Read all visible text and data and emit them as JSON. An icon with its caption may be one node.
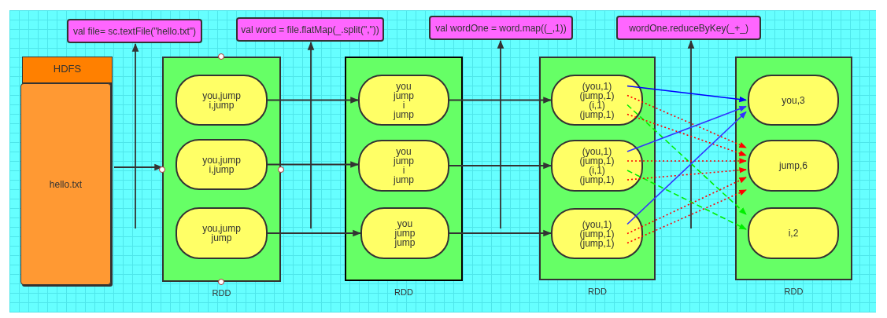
{
  "diagram": {
    "nodes": [
      {
        "text": [
          "val file= sc.textFile(\"hello.txt\")"
        ]
      },
      {
        "text": [
          "val word = file.flatMap(_.split(\",\"))"
        ]
      },
      {
        "text": [
          "val wordOne = word.map((_,1))"
        ]
      },
      {
        "text": [
          "wordOne.reduceByKey(_+_)"
        ]
      },
      {
        "text": [
          "HDFS"
        ]
      },
      {
        "text": [
          "hello.txt"
        ],
        "in": 4
      },
      {
        "text": [],
        "shape": "box",
        "beside": [
          "RDD"
        ]
      },
      {
        "text": [
          "you,jump i,jump"
        ],
        "in": 6
      },
      {
        "text": [
          "you,jump i,jump"
        ],
        "in": 6
      },
      {
        "text": [
          "you,jump jump"
        ],
        "in": 6
      },
      {
        "text": [],
        "shape": "box",
        "beside": [
          "RDD"
        ]
      },
      {
        "text": [
          "you jump i jump"
        ],
        "in": 10
      },
      {
        "text": [
          "you jump i jump"
        ],
        "in": 10
      },
      {
        "text": [
          "you jump jump"
        ],
        "in": 10
      },
      {
        "text": [],
        "shape": "box",
        "beside": [
          "RDD"
        ]
      },
      {
        "text": [
          "(you,1) (jump,1) (i,1) (jump,1)"
        ],
        "in": 14
      },
      {
        "text": [
          "(you,1) (jump,1) (i,1) (jump,1)"
        ],
        "in": 14
      },
      {
        "text": [
          "(you,1) (jump,1) (jump,1)"
        ],
        "in": 14
      },
      {
        "text": [],
        "shape": "box",
        "beside": [
          "RDD"
        ]
      },
      {
        "text": [
          "you,3"
        ],
        "in": 18
      },
      {
        "text": [
          "jump,6"
        ],
        "in": 18
      },
      {
        "text": [
          "i,2"
        ],
        "in": 18
      }
    ],
    "edges": [
      {
        "from": 5,
        "to": 6,
        "arrow": "to"
      },
      {
        "from": 7,
        "to": 11,
        "arrow": "to"
      },
      {
        "from": 8,
        "to": 12,
        "arrow": "to"
      },
      {
        "from": 9,
        "to": 13,
        "arrow": "to"
      },
      {
        "from": 11,
        "to": 15,
        "arrow": "to"
      },
      {
        "from": 12,
        "to": 16,
        "arrow": "to"
      },
      {
        "from": 13,
        "to": 17,
        "arrow": "to"
      },
      {
        "from": null,
        "to": 0,
        "arrow": "to"
      },
      {
        "from": null,
        "to": 1,
        "arrow": "to"
      },
      {
        "from": null,
        "to": 2,
        "arrow": "to"
      },
      {
        "from": null,
        "to": 3,
        "arrow": "to"
      },
      {
        "from": 15,
        "to": 19,
        "arrow": "to",
        "color": "#0000ff"
      },
      {
        "from": 15,
        "to": 20,
        "arrow": "to",
        "style": "dashed",
        "color": "#ff0000"
      },
      {
        "from": 15,
        "to": 21,
        "arrow": "to",
        "style": "dashed",
        "color": "#00ee00"
      },
      {
        "from": 15,
        "to": 20,
        "arrow": "to",
        "style": "dashed",
        "color": "#ff0000"
      },
      {
        "from": 16,
        "to": 19,
        "arrow": "to",
        "color": "#3333ff"
      },
      {
        "from": 16,
        "to": 20,
        "arrow": "to",
        "style": "dashed",
        "color": "#ff0000"
      },
      {
        "from": 16,
        "to": 21,
        "arrow": "to",
        "style": "dashed",
        "color": "#00ee00"
      },
      {
        "from": 16,
        "to": 20,
        "arrow": "to",
        "style": "dashed",
        "color": "#ff0000"
      },
      {
        "from": 17,
        "to": 19,
        "arrow": "to",
        "color": "#3333ff"
      },
      {
        "from": 17,
        "to": 20,
        "arrow": "to",
        "style": "dashed",
        "color": "#ff0000"
      },
      {
        "from": 17,
        "to": 20,
        "arrow": "to",
        "style": "dashed",
        "color": "#ff0000"
      }
    ]
  }
}
